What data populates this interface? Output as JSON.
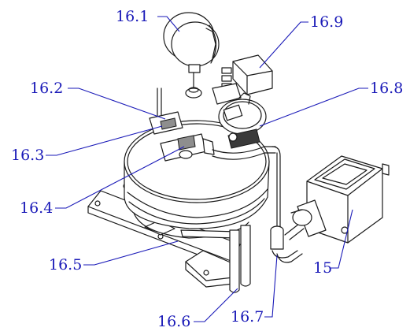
{
  "figure": {
    "labels": {
      "l16_1": "16.1",
      "l16_2": "16.2",
      "l16_3": "16.3",
      "l16_4": "16.4",
      "l16_5": "16.5",
      "l16_6": "16.6",
      "l16_7": "16.7",
      "l16_8": "16.8",
      "l16_9": "16.9",
      "l15": "15"
    },
    "colors": {
      "label": "#1a1ab8",
      "line": "#1a1a1a",
      "shade": "#8e8e8e"
    }
  }
}
